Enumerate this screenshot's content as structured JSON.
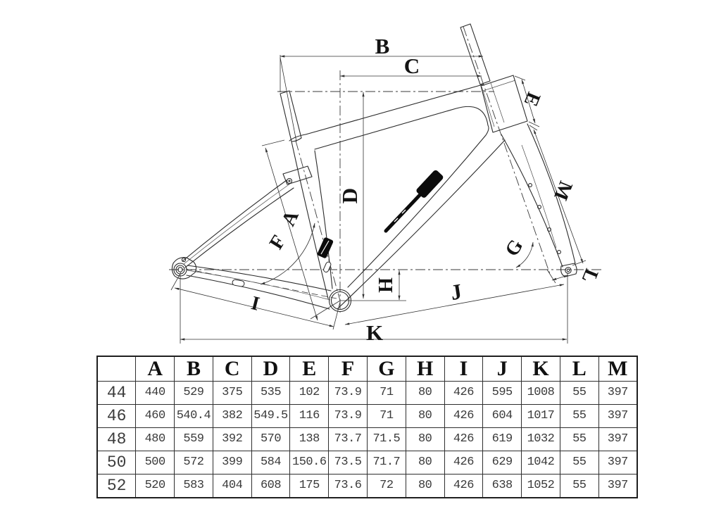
{
  "diagram": {
    "labels": {
      "A": "A",
      "B": "B",
      "C": "C",
      "D": "D",
      "E": "E",
      "F": "F",
      "G": "G",
      "H": "H",
      "I": "I",
      "J": "J",
      "K": "K",
      "L": "L",
      "M": "M"
    }
  },
  "table": {
    "corner": "",
    "columns": [
      "A",
      "B",
      "C",
      "D",
      "E",
      "F",
      "G",
      "H",
      "I",
      "J",
      "K",
      "L",
      "M"
    ],
    "rows": [
      {
        "size": "44",
        "values": [
          "440",
          "529",
          "375",
          "535",
          "102",
          "73.9",
          "71",
          "80",
          "426",
          "595",
          "1008",
          "55",
          "397"
        ]
      },
      {
        "size": "46",
        "values": [
          "460",
          "540.4",
          "382",
          "549.5",
          "116",
          "73.9",
          "71",
          "80",
          "426",
          "604",
          "1017",
          "55",
          "397"
        ]
      },
      {
        "size": "48",
        "values": [
          "480",
          "559",
          "392",
          "570",
          "138",
          "73.7",
          "71.5",
          "80",
          "426",
          "619",
          "1032",
          "55",
          "397"
        ]
      },
      {
        "size": "50",
        "values": [
          "500",
          "572",
          "399",
          "584",
          "150.6",
          "73.5",
          "71.7",
          "80",
          "426",
          "629",
          "1042",
          "55",
          "397"
        ]
      },
      {
        "size": "52",
        "values": [
          "520",
          "583",
          "404",
          "608",
          "175",
          "73.6",
          "72",
          "80",
          "426",
          "638",
          "1052",
          "55",
          "397"
        ]
      }
    ]
  }
}
